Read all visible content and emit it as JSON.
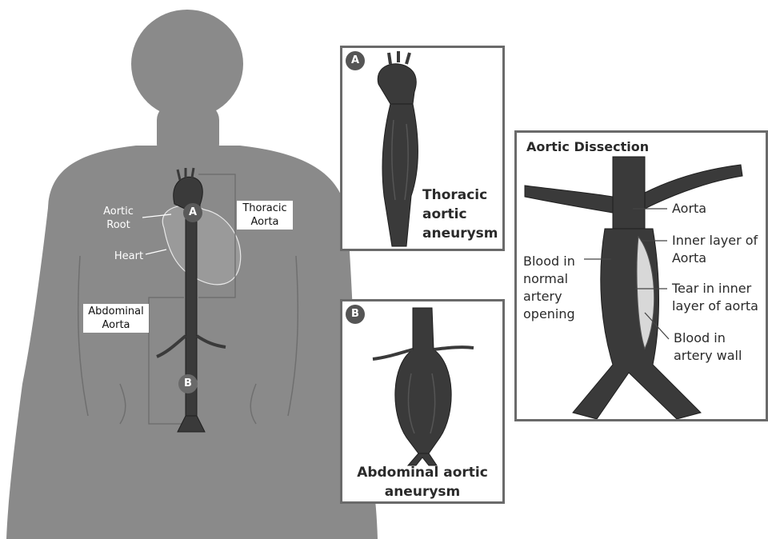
{
  "body_labels": {
    "aortic_root": "Aortic\nRoot",
    "heart": "Heart",
    "marker_a": "A",
    "marker_b": "B"
  },
  "boxed_labels": {
    "thoracic_aorta": "Thoracic\nAorta",
    "abdominal_aorta": "Abdominal\nAorta"
  },
  "panel_a": {
    "badge": "A",
    "caption": "Thoracic\naortic\naneurysm"
  },
  "panel_b": {
    "badge": "B",
    "caption": "Abdominal aortic\naneurysm"
  },
  "dissection": {
    "title": "Aortic Dissection",
    "labels": {
      "aorta": "Aorta",
      "inner_layer": "Inner layer of\nAorta",
      "tear": "Tear in inner\nlayer of aorta",
      "blood_wall": "Blood in\nartery wall",
      "blood_normal": "Blood in\nnormal\nartery\nopening"
    }
  },
  "colors": {
    "silhouette": "#8a8a8a",
    "artery": "#3a3a3a",
    "panel_border": "#6a6a6a"
  }
}
